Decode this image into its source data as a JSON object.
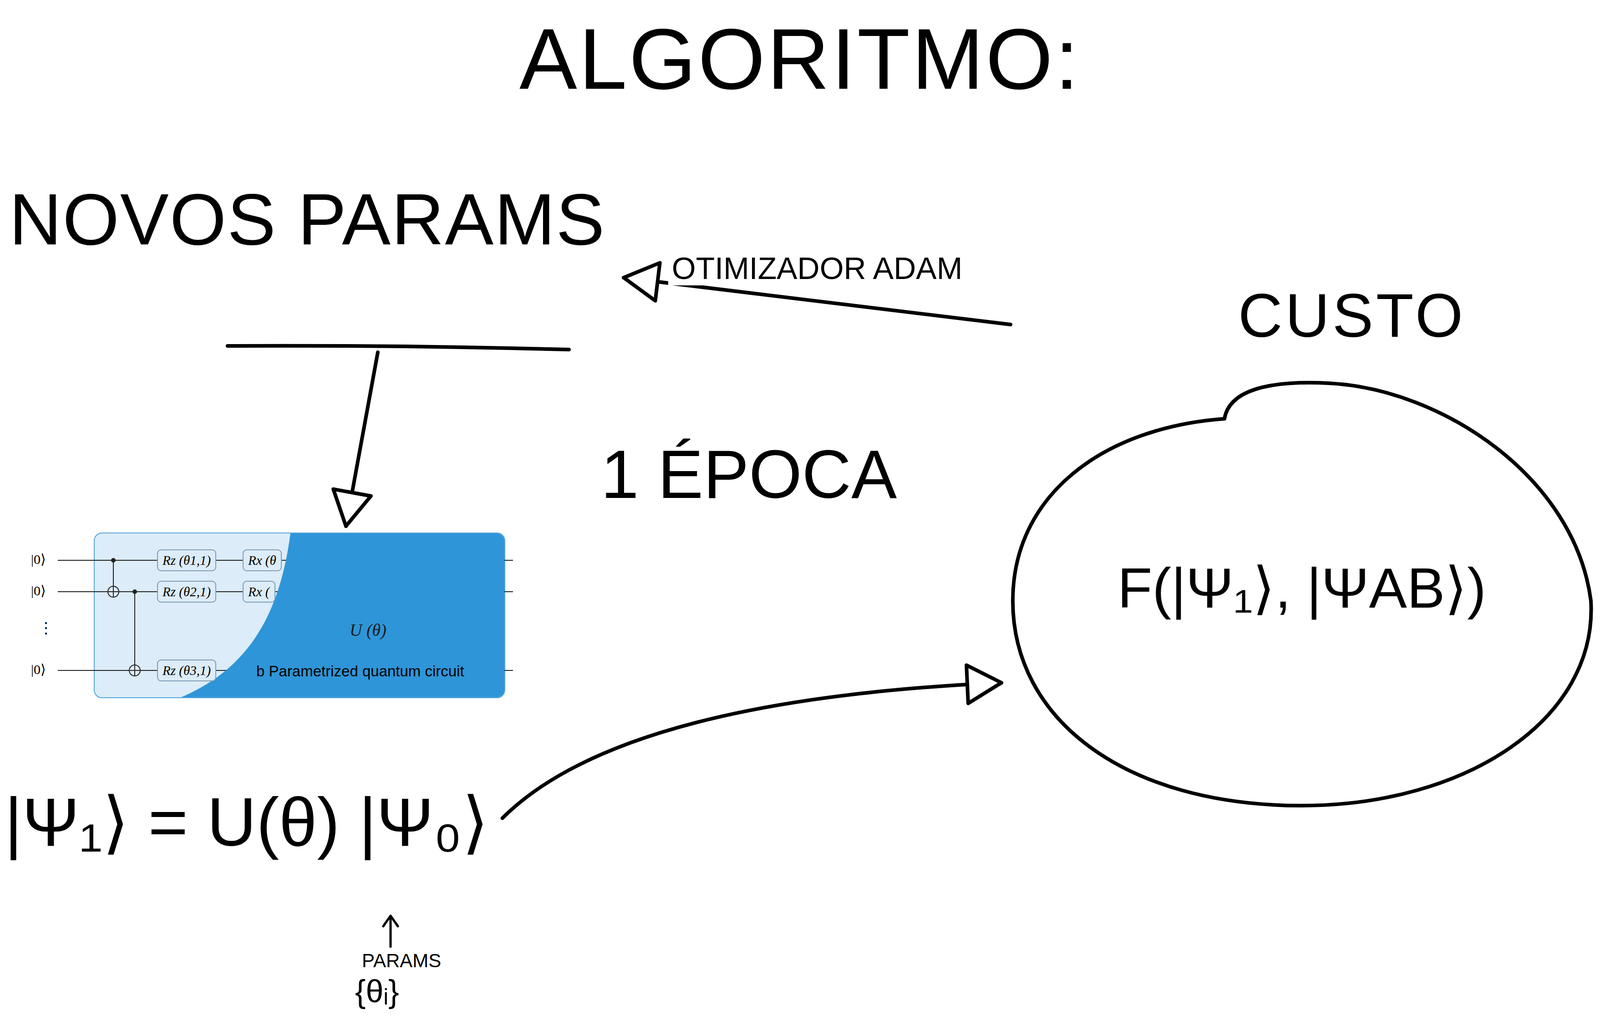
{
  "diagram": {
    "title": "ALGORITMO:",
    "nodes": [
      {
        "text": [
          "NOVOS PARAMS"
        ]
      },
      {
        "text": [
          "U (θ)",
          "b Parametrized quantum circuit"
        ]
      },
      {
        "text": [
          "Rz (θ1,1)"
        ],
        "in": 1
      },
      {
        "text": [
          "Rx (θ"
        ],
        "in": 1
      },
      {
        "text": [
          "Rz (θ2,1)"
        ],
        "in": 1
      },
      {
        "text": [
          "Rx ("
        ],
        "in": 1
      },
      {
        "text": [
          "Rz (θ3,1)"
        ],
        "in": 1
      },
      {
        "text": [
          "|Ψ₁⟩ = U(θ) |Ψ₀⟩"
        ]
      },
      {
        "text": [
          "CUSTO",
          "F(|Ψ₁⟩, |ΨAB⟩)"
        ]
      }
    ],
    "edges": [
      {
        "from": 0,
        "to": 1,
        "arrow": "to"
      },
      {
        "from": 7,
        "to": 8,
        "arrow": "to"
      },
      {
        "from": 8,
        "to": 0,
        "label": "OTIMIZADOR ADAM",
        "arrow": "to"
      }
    ],
    "labels": [
      "1 ÉPOCA",
      "|0⟩",
      "|0⟩",
      "⋮",
      "|0⟩",
      "PARAMS",
      "{θᵢ}"
    ]
  }
}
